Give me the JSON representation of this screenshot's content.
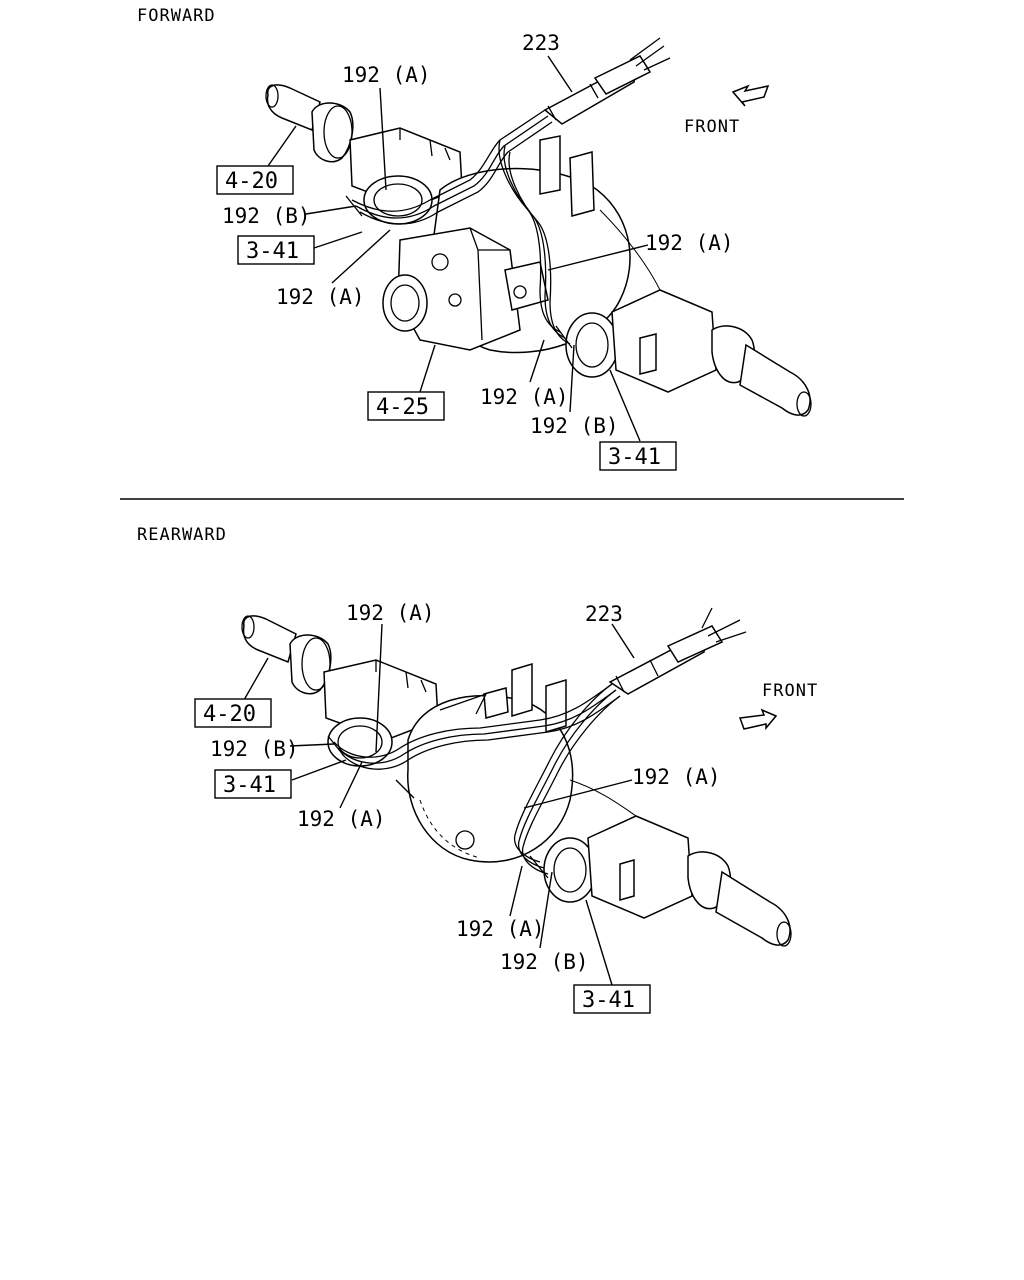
{
  "forward": {
    "section_title": "FORWARD",
    "front_label": "FRONT",
    "labels": {
      "p223": "223",
      "p192a_top": "192 (A)",
      "p192b_left": "192 (B)",
      "p192a_left": "192 (A)",
      "p192a_right": "192 (A)",
      "p192a_bottom": "192 (A)",
      "p192b_bottom": "192 (B)"
    },
    "refs": {
      "r420": "4-20",
      "r341_left": "3-41",
      "r425": "4-25",
      "r341_right": "3-41"
    }
  },
  "rearward": {
    "section_title": "REARWARD",
    "front_label": "FRONT",
    "labels": {
      "p223": "223",
      "p192a_top": "192 (A)",
      "p192b_left": "192 (B)",
      "p192a_left": "192 (A)",
      "p192a_right": "192 (A)",
      "p192a_bottom": "192 (A)",
      "p192b_bottom": "192 (B)"
    },
    "refs": {
      "r420": "4-20",
      "r341_left": "3-41",
      "r341_right": "3-41"
    }
  }
}
